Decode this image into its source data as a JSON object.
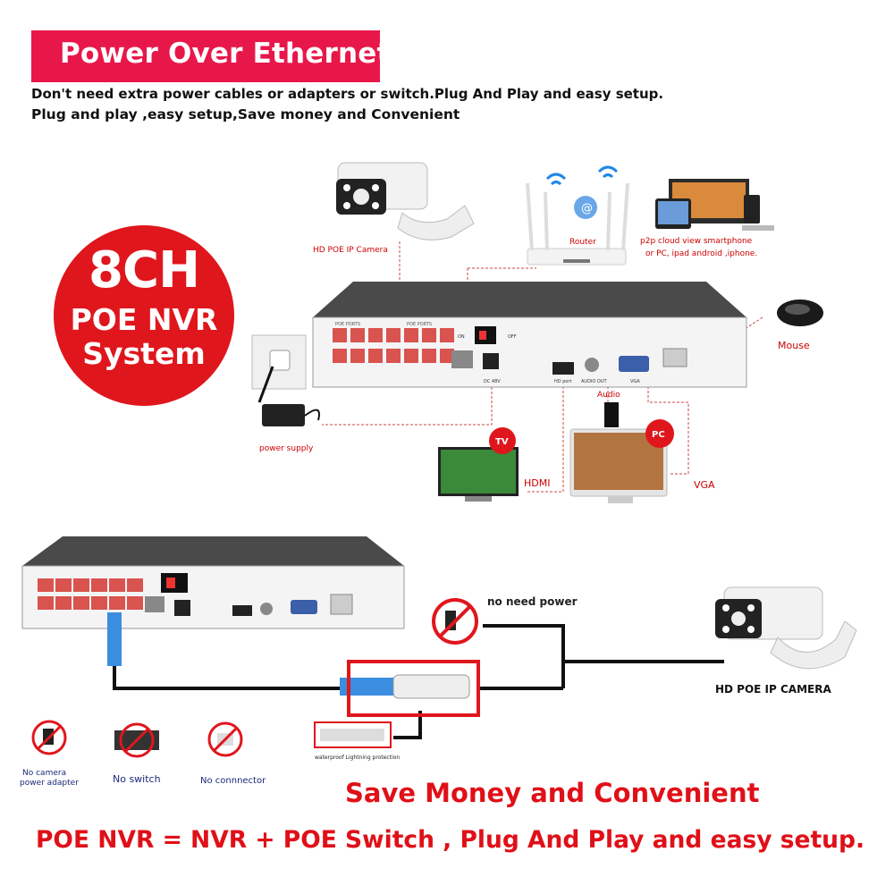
{
  "banner": {
    "title": "Power Over Ethernet"
  },
  "subtitle": {
    "line1": "Don't need extra power cables or adapters or switch.Plug And Play and easy setup.",
    "line2": "Plug and play ,easy setup,Save money and Convenient"
  },
  "badge": {
    "line1": "8CH",
    "line2": "POE NVR",
    "line3": "System"
  },
  "top_diagram": {
    "camera_label": "HD POE IP Camera",
    "router_label": "Router",
    "p2p_line1": "p2p cloud  view smartphone",
    "p2p_line2": "or PC, ipad android ,iphone.",
    "mouse_label": "Mouse",
    "power_label": "power supply",
    "audio_label": "Audio",
    "hdmi_label": "HDMI",
    "vga_label": "VGA",
    "tv_tag": "TV",
    "pc_tag": "PC",
    "panel": {
      "poe_ports_1": "POE PORTS",
      "poe_ports_2": "POE PORTS",
      "on": "ON",
      "off": "OFF",
      "dc": "DC 48V",
      "hd_port": "HD port",
      "audio_out": "AUDIO OUT",
      "vga": "VGA"
    }
  },
  "bottom_diagram": {
    "no_need_power": "no need power",
    "camera_label": "HD POE IP CAMERA",
    "waterproof": "waterproof Lightning protection",
    "icons": [
      {
        "label_line1": "No camera",
        "label_line2": "power adapter",
        "icon": "adapter-crossed-icon"
      },
      {
        "label_line1": "No switch",
        "label_line2": "",
        "icon": "switch-crossed-icon"
      },
      {
        "label_line1": "No connnector",
        "label_line2": "",
        "icon": "connector-crossed-icon"
      }
    ]
  },
  "footer": {
    "line1": "Save Money and Convenient",
    "line2": "POE NVR = NVR + POE Switch , Plug And Play and easy setup."
  },
  "colors": {
    "accent_pink": "#e8174a",
    "badge_red": "#e0161d",
    "text_red": "#e01018",
    "port_red": "#d9534f"
  }
}
